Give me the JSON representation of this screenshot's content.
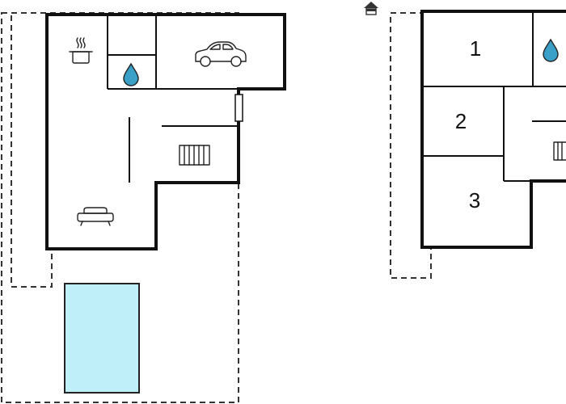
{
  "colors": {
    "outdoor": "#e9eeee",
    "terrace": "#cdd4d6",
    "pool": "#bfeff8",
    "pool_border": "#222222",
    "room": "#ffffff",
    "wall": "#111111",
    "water_drop": "#3aa0c8"
  },
  "ground_floor": {
    "icons": [
      "cooking-pot-icon",
      "water-drop-icon",
      "car-icon",
      "radiator-icon",
      "sofa-icon",
      "door-icon"
    ]
  },
  "upper_floor": {
    "icons": [
      "house-icon",
      "water-drop-icon",
      "radiator-icon"
    ],
    "rooms": [
      {
        "number": "1"
      },
      {
        "number": "2"
      },
      {
        "number": "3"
      }
    ]
  }
}
